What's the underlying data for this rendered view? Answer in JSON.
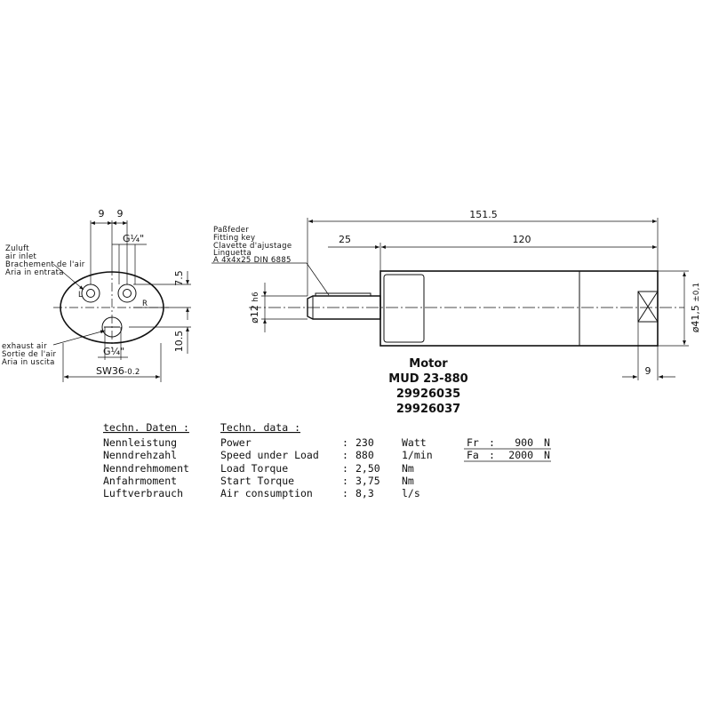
{
  "front_view": {
    "dim_top_left": "9",
    "dim_top_right": "9",
    "thread_top": "G¼\"",
    "thread_bottom": "G¼\"",
    "dim_right_top": "7.5",
    "dim_right_bottom": "10.5",
    "width_label": "SW36",
    "width_tol": "-0.2",
    "port_l": "L",
    "port_r": "R",
    "inlet_lines": [
      "Zuluft",
      "air inlet",
      "Brachement de l'air",
      "Aria in entrata"
    ],
    "exhaust_lines": [
      "exhaust air",
      "Sortie de l'air",
      "Aria in uscita"
    ]
  },
  "side_view": {
    "key_lines": [
      "Paßfeder",
      "Fitting key",
      "Clavette d'ajustage",
      "Linguetta",
      "A 4x4x25 DIN 6885"
    ],
    "dim_total": "151.5",
    "dim_shaft": "25",
    "dim_body": "120",
    "dim_end": "9",
    "shaft_dia": "ø12",
    "shaft_tol": "h6",
    "body_dia": "ø41,5",
    "body_tol": "±0,1"
  },
  "title_block": {
    "line1": "Motor",
    "line2": "MUD 23-880",
    "line3": "29926035",
    "line4": "29926037"
  },
  "tech_table": {
    "header_de": "techn. Daten  :",
    "header_en": "Techn. data  :",
    "rows": [
      {
        "de": "Nennleistung",
        "en": "Power",
        "val": "230",
        "unit": "Watt"
      },
      {
        "de": "Nenndrehzahl",
        "en": "Speed under Load",
        "val": "880",
        "unit": "1/min"
      },
      {
        "de": "Nenndrehmoment",
        "en": "Load Torque",
        "val": "2,50",
        "unit": "Nm"
      },
      {
        "de": "Anfahrmoment",
        "en": "Start Torque",
        "val": "3,75",
        "unit": "Nm"
      },
      {
        "de": "Luftverbrauch",
        "en": "Air consumption",
        "val": "8,3",
        "unit": "l/s"
      }
    ],
    "forces": [
      {
        "label": "Fr",
        "val": "900",
        "unit": "N"
      },
      {
        "label": "Fa",
        "val": "2000",
        "unit": "N"
      }
    ]
  }
}
